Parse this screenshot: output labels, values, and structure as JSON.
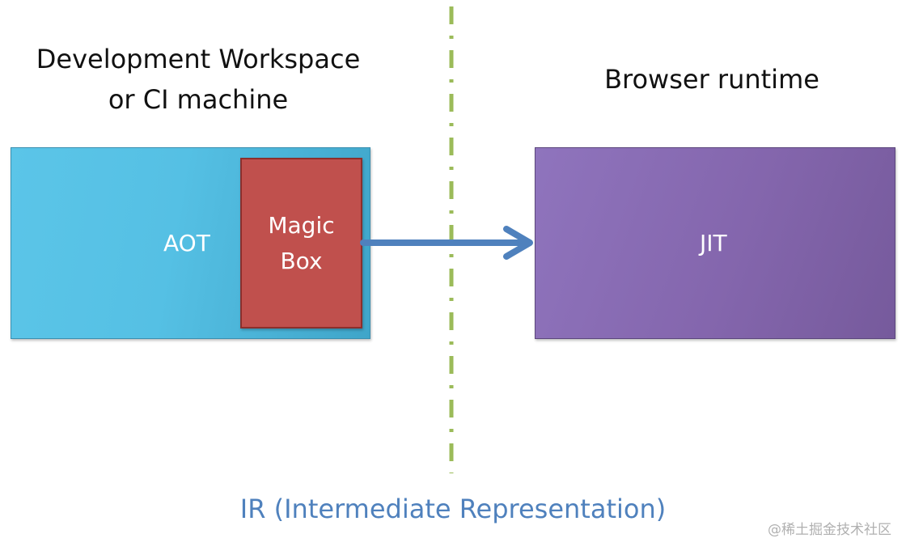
{
  "headings": {
    "left": "Development Workspace\nor CI machine",
    "left_line1": "Development Workspace",
    "left_line2": "or CI machine",
    "right": "Browser runtime"
  },
  "boxes": {
    "aot": {
      "label": "AOT",
      "color": "#55c0e4"
    },
    "magic": {
      "line1": "Magic",
      "line2": "Box",
      "color": "#c0504d"
    },
    "jit": {
      "label": "JIT",
      "color": "#8466ad"
    }
  },
  "arrow": {
    "color": "#4f81bd"
  },
  "divider": {
    "style": "dash-dot",
    "color": "#9bbb59"
  },
  "footer": {
    "label": "IR (Intermediate Representation)",
    "color": "#4f81bd"
  },
  "watermark": "@稀土掘金技术社区"
}
